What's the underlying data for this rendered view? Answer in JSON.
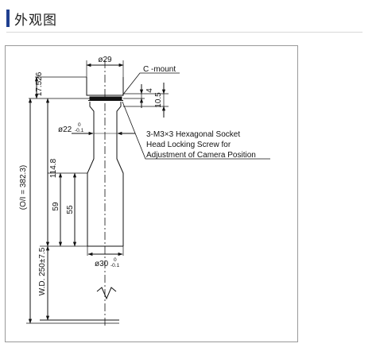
{
  "section": {
    "title": "外观图"
  },
  "drawing": {
    "dim_top_dia": "ø29",
    "mount_label": "C -mount",
    "dim_4": "4",
    "dim_10_5": "10.5",
    "dim_17_526": "17.526",
    "dim_body_dia": "ø22",
    "dim_body_dia_tol_upper": "0",
    "dim_body_dia_tol_lower": "-0.1",
    "note_line1": "3-M3×3 Hexagonal Socket",
    "note_line2": "Head Locking Screw for",
    "note_line3": "Adjustment of Camera Position",
    "dim_114_8": "114.8",
    "dim_ol": "(O/I = 382.3)",
    "dim_59": "59",
    "dim_55": "55",
    "dim_lower_dia": "ø30",
    "dim_lower_dia_tol_upper": "0",
    "dim_lower_dia_tol_lower": "-0.1",
    "dim_wd": "W.D. 250±7.5"
  }
}
